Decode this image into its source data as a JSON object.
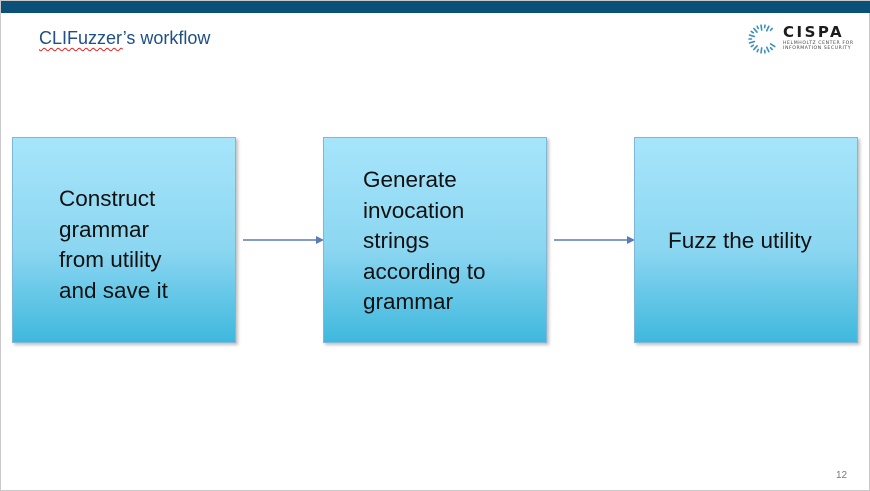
{
  "slide": {
    "title_main": "CLIFuzzer",
    "title_rest": "’s workflow",
    "page_number": "12",
    "colors": {
      "top_bar": "#0b5078",
      "title": "#1e4f86",
      "box_top": "#a7e5fb",
      "box_bottom": "#3fb8dd",
      "arrow": "#5a7bb8"
    }
  },
  "logo": {
    "name": "CISPA",
    "subtitle_line1": "HELMHOLTZ CENTER FOR",
    "subtitle_line2": "INFORMATION SECURITY",
    "icon": "cispa-ring-icon"
  },
  "workflow": {
    "steps": [
      {
        "lines": [
          "Construct",
          "grammar",
          "from utility",
          "and save it"
        ]
      },
      {
        "lines": [
          "Generate",
          "invocation",
          "strings",
          "according to",
          "grammar"
        ]
      },
      {
        "lines": [
          "Fuzz the utility"
        ]
      }
    ]
  }
}
